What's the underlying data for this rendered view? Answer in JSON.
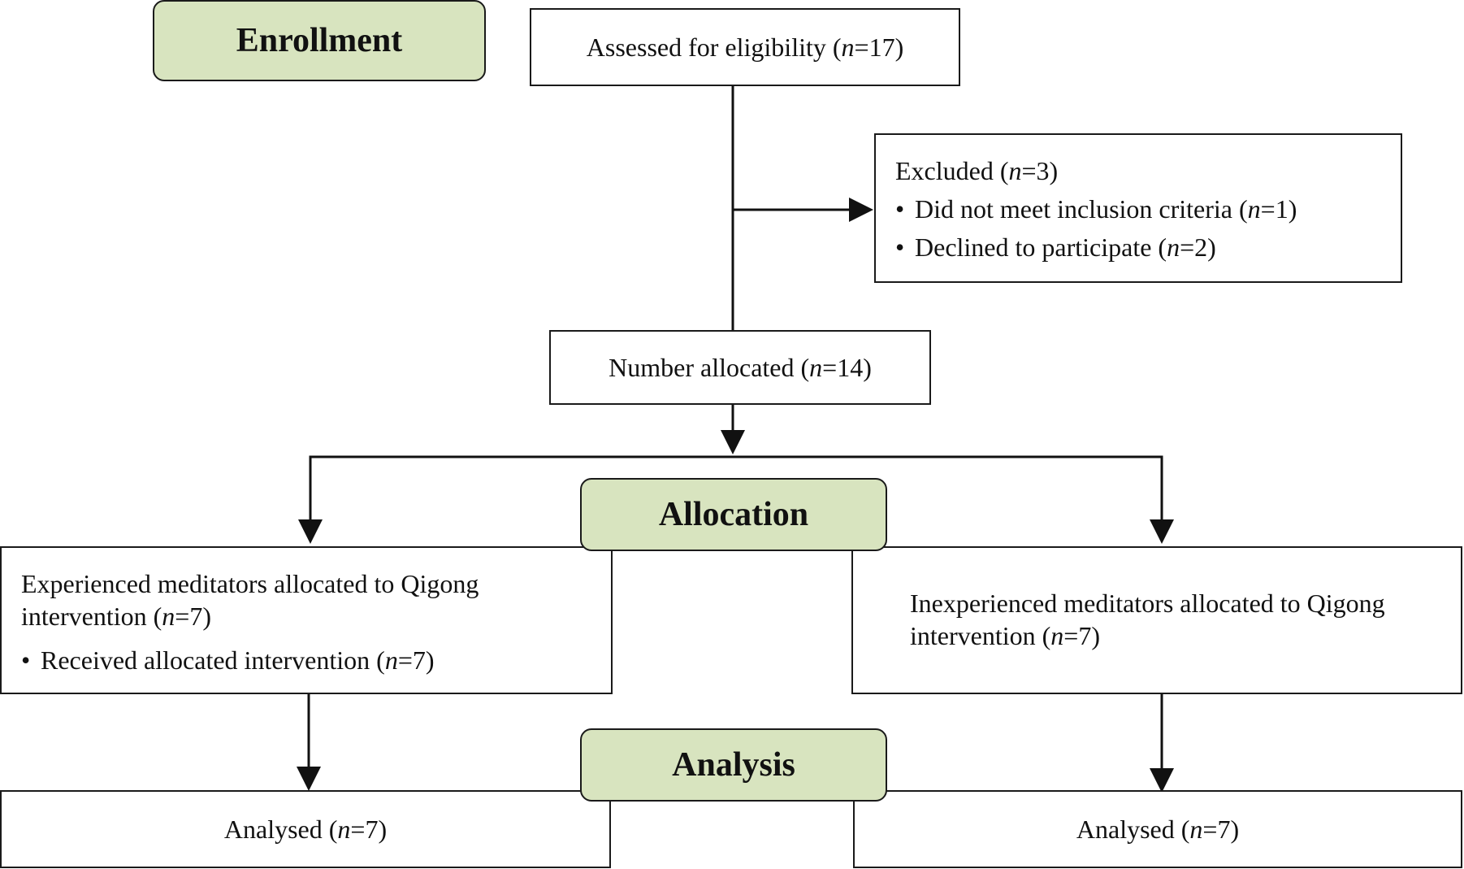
{
  "stages": {
    "enrollment": "Enrollment",
    "allocation": "Allocation",
    "analysis": "Analysis"
  },
  "boxes": {
    "assessed": {
      "pre": "Assessed for eligibility (",
      "n": "n",
      "post": "=17)"
    },
    "excluded": {
      "title": {
        "pre": "Excluded (",
        "n": "n",
        "post": "=3)"
      },
      "items": [
        {
          "bullet": "•",
          "pre": "Did not meet inclusion criteria (",
          "n": "n",
          "post": "=1)"
        },
        {
          "bullet": "•",
          "pre": "Declined to participate (",
          "n": "n",
          "post": "=2)"
        }
      ]
    },
    "allocated": {
      "pre": "Number allocated (",
      "n": "n",
      "post": "=14)"
    },
    "experienced": {
      "line1": "Experienced meditators allocated to Qigong",
      "line2": {
        "pre": "intervention (",
        "n": "n",
        "post": "=7)"
      },
      "item": {
        "bullet": "•",
        "pre": "Received allocated intervention (",
        "n": "n",
        "post": "=7)"
      }
    },
    "inexperienced": {
      "line1": "Inexperienced meditators allocated to Qigong",
      "line2": {
        "pre": "intervention (",
        "n": "n",
        "post": "=7)"
      }
    },
    "analysed_left": {
      "pre": "Analysed (",
      "n": "n",
      "post": "=7)"
    },
    "analysed_right": {
      "pre": "Analysed (",
      "n": "n",
      "post": "=7)"
    }
  }
}
